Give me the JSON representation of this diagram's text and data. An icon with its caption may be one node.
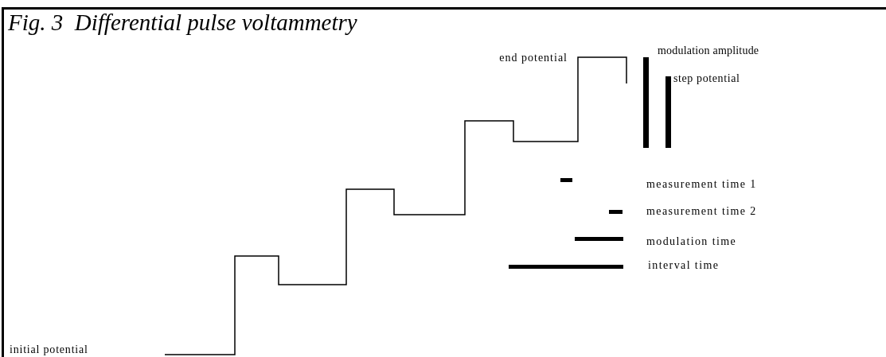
{
  "diagram": {
    "title": "Fig. 3  Differential pulse voltammetry",
    "labels": [
      "end potential",
      "initial potential"
    ],
    "legend": [
      {
        "text": "modulation amplitude"
      },
      {
        "text": "step potential"
      },
      {
        "text": "measurement time 1"
      },
      {
        "text": "measurement time 2"
      },
      {
        "text": "modulation time"
      },
      {
        "text": "interval time"
      }
    ]
  }
}
